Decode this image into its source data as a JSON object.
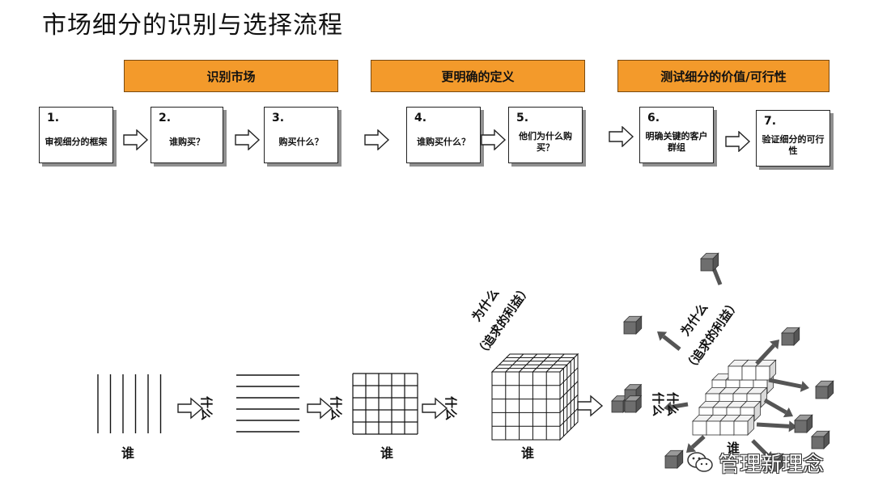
{
  "title": "市场细分的识别与选择流程",
  "phases": [
    "识别市场",
    "更明确的定义",
    "测试细分的价值/可行性"
  ],
  "steps": [
    {
      "num": "1.",
      "text": "审视细分的框架"
    },
    {
      "num": "2.",
      "text": "谁购买？"
    },
    {
      "num": "3.",
      "text": "购买什么？"
    },
    {
      "num": "4.",
      "text": "谁购买什么？"
    },
    {
      "num": "5.",
      "text": "他们为什么购买？"
    },
    {
      "num": "6.",
      "text": "明确关键的客户群组"
    },
    {
      "num": "7.",
      "text": "验证细分的可行性"
    }
  ],
  "labels": {
    "who": "谁",
    "what": "什么",
    "why_line1": "为什么",
    "why_line2": "（追求的利益）"
  },
  "watermark": "管理新理念",
  "colors": {
    "phase_fill": "#f39a2b",
    "cube_face": "#ffffff",
    "cube_dark": "#6e6e6e"
  }
}
